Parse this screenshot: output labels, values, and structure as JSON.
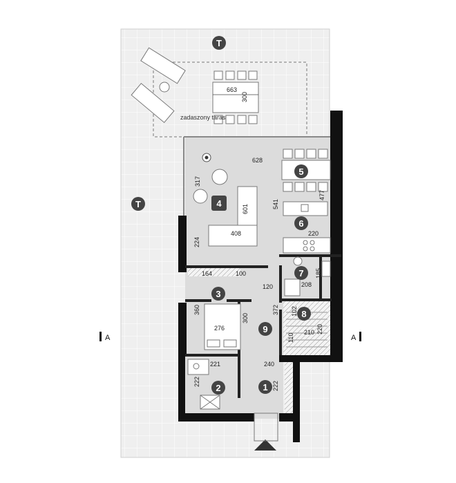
{
  "terrace_markers": [
    "T",
    "T"
  ],
  "room_numbers": [
    "1",
    "2",
    "3",
    "4",
    "5",
    "6",
    "7",
    "8",
    "9"
  ],
  "terrace_label": "zadaszony taras",
  "section_label": "A",
  "dimensions": {
    "table_width": "663",
    "table_depth": "300",
    "living_width": "628",
    "living_height_left": "317",
    "sofa_depth": "601",
    "living_height_right": "541",
    "kitchen_depth": "477",
    "sofa_width": "408",
    "kitchen_width": "220",
    "window_left": "224",
    "hall_top_a": "164",
    "hall_top_b": "100",
    "corridor_width": "120",
    "bathroom_width": "208",
    "bathroom_height": "185",
    "bedroom_height": "360",
    "bedroom_width": "276",
    "bed_length": "300",
    "corridor_height": "372",
    "wc_height": "102",
    "stair_width": "220",
    "stair_len_a": "210",
    "stair_len_b": "110",
    "utility_width": "221",
    "utility_height": "222",
    "entry_width": "240",
    "entry_height": "222"
  },
  "colors": {
    "marker": "#444444",
    "wall": "#111111",
    "floor": "#dcdcdc",
    "terrace": "#efefef",
    "grid": "#ffffff"
  }
}
